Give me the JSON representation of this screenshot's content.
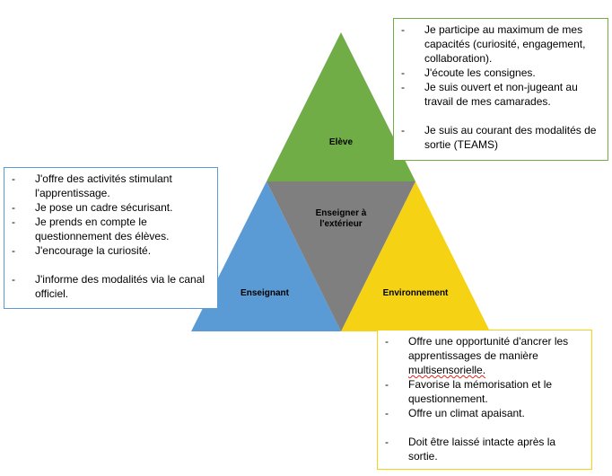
{
  "colors": {
    "eleve": "#70ad47",
    "enseignant": "#5b9bd5",
    "environnement": "#f5d314",
    "center": "#7f7f7f"
  },
  "triangle": {
    "top": "Elève",
    "center": "Enseigner à l'extérieur",
    "left": "Enseignant",
    "right": "Environnement"
  },
  "eleve_box": {
    "items": [
      "Je participe au maximum de mes capacités (curiosité, engagement, collaboration).",
      "J'écoute les consignes.",
      "Je suis ouvert et non-jugeant au travail de mes camarades.",
      "Je suis au courant des modalités de sortie (TEAMS)"
    ]
  },
  "enseignant_box": {
    "items": [
      "J'offre des activités stimulant l'apprentissage.",
      "Je pose un cadre sécurisant.",
      "Je prends en compte le questionnement des élèves.",
      "J'encourage la curiosité.",
      "J'informe des modalités via le canal officiel."
    ]
  },
  "environnement_box": {
    "items": [
      "Offre une opportunité d'ancrer les apprentissages de manière",
      "multisensorielle.",
      "Favorise la mémorisation et le questionnement.",
      "Offre un climat apaisant.",
      "Doit être laissé intacte après la sortie."
    ]
  }
}
